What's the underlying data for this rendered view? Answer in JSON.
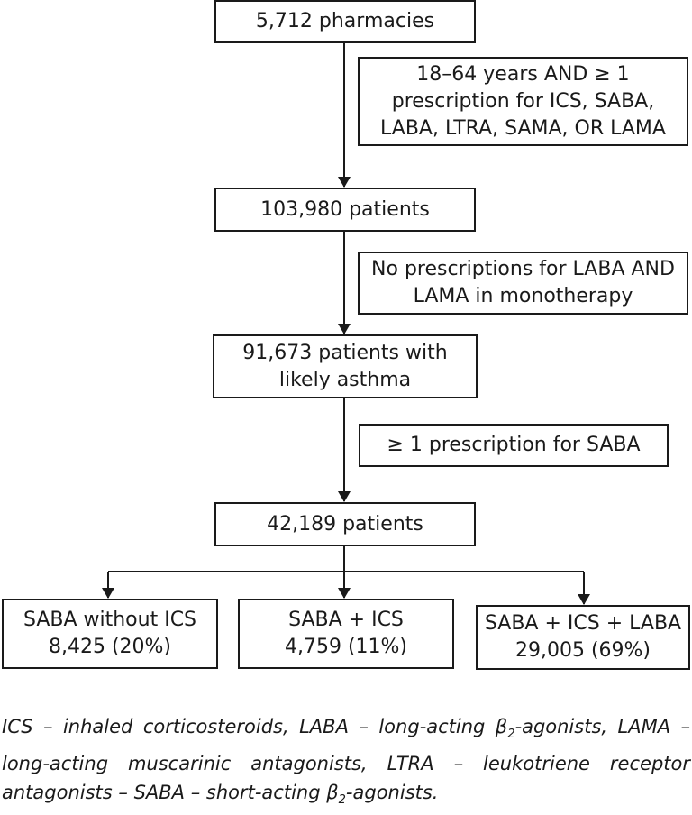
{
  "flow": {
    "box1": "5,712 pharmacies",
    "criterion1": {
      "line1": "18–64 years AND ≥ 1",
      "line2": "prescription for ICS, SABA,",
      "line3": "LABA, LTRA, SAMA, OR LAMA"
    },
    "box2": "103,980 patients",
    "criterion2": {
      "line1": "No prescriptions for LABA AND",
      "line2": "LAMA in monotherapy"
    },
    "box3": {
      "line1": "91,673 patients with",
      "line2": "likely asthma"
    },
    "criterion3": "≥ 1 prescription for SABA",
    "box4": "42,189 patients",
    "outcomes": [
      {
        "label": "SABA without ICS",
        "value": "8,425 (20%)"
      },
      {
        "label": "SABA + ICS",
        "value": "4,759 (11%)"
      },
      {
        "label": "SABA + ICS + LABA",
        "value": "29,005 (69%)"
      }
    ]
  },
  "footnote": {
    "part1": "ICS – inhaled corticosteroids, LABA – long-acting β",
    "sub1": "2",
    "part2": "-agonists, LAMA – long-acting muscarinic antagonists, LTRA – leukotriene receptor antagonists – SABA – short-acting β",
    "sub2": "2",
    "part3": "-agonists."
  }
}
